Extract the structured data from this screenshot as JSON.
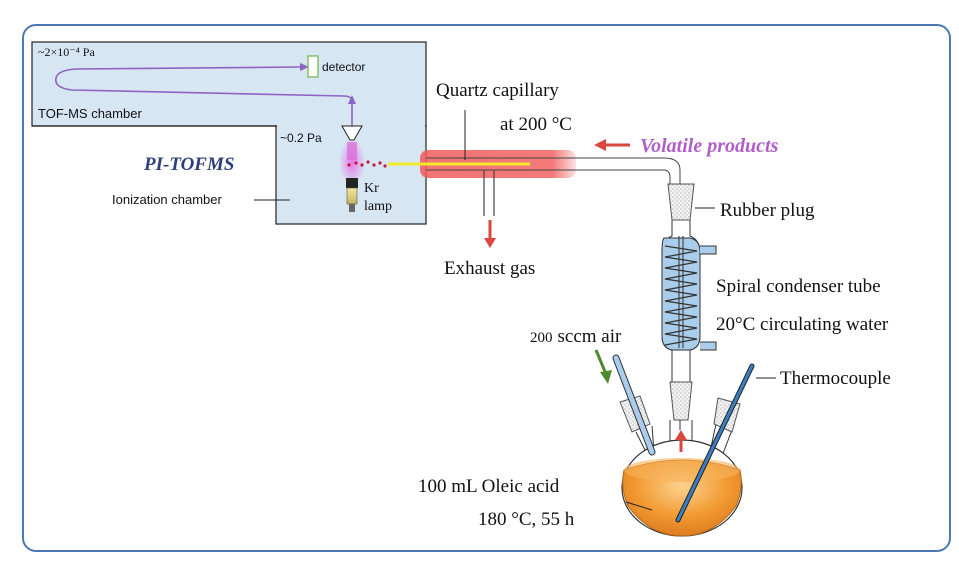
{
  "tofms": {
    "pressure_top": "~2×10⁻⁴ Pa",
    "detector_label": "detector",
    "chamber_label": "TOF-MS chamber",
    "pressure_ion": "~0.2 Pa",
    "title": "PI-TOFMS",
    "lamp_label_1": "Kr",
    "lamp_label_2": "lamp",
    "ionization_label": "Ionization chamber"
  },
  "capillary": {
    "label_1": "Quartz capillary",
    "label_2": "at 200 °C"
  },
  "volatile_label": "Volatile products",
  "exhaust_label": "Exhaust gas",
  "rubber_label": "Rubber plug",
  "condenser": {
    "label_1": "Spiral condenser tube",
    "label_2": "20°C circulating water"
  },
  "air": {
    "value": "200",
    "unit": "sccm air"
  },
  "thermocouple_label": "Thermocouple",
  "flask": {
    "label_1": "100 mL Oleic acid",
    "label_2": "180 °C, 55 h"
  },
  "colors": {
    "frame": "#4a79b5",
    "chamber_fill": "#d7e6f3",
    "arrow_red": "#d9473f",
    "arrow_purple": "#8e64c2",
    "arrow_green": "#4f8a2c",
    "oil": "#f29a32",
    "condenser": "#a9cdea",
    "capillary_glow": "#f15b5b",
    "capillary_core": "#f2ea2a"
  }
}
